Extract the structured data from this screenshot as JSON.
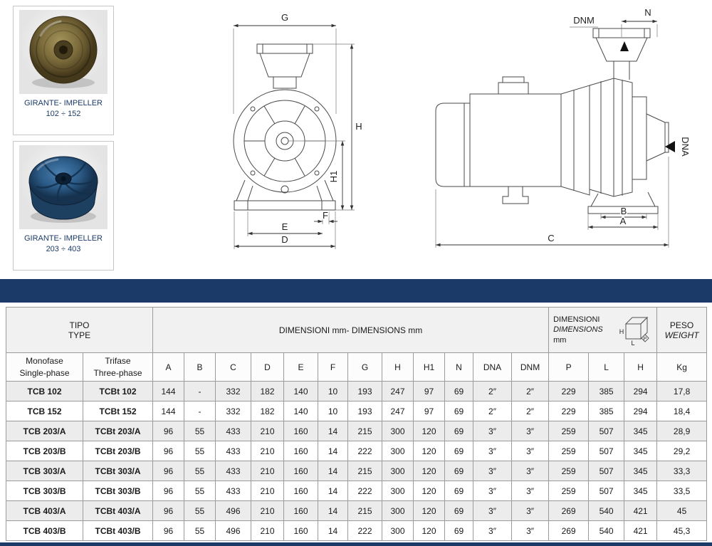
{
  "colors": {
    "accent_navy": "#1b3a67"
  },
  "impellers": [
    {
      "label1": "GIRANTE- IMPELLER",
      "label2": "102 ÷ 152"
    },
    {
      "label1": "GIRANTE- IMPELLER",
      "label2": "203 ÷ 403"
    }
  ],
  "front_drawing": {
    "g": "G",
    "h": "H",
    "h1": "H1",
    "f": "F",
    "e": "E",
    "d": "D"
  },
  "side_drawing": {
    "dnm": "DNM",
    "n": "N",
    "dna": "DNA",
    "b": "B",
    "a": "A",
    "c": "C"
  },
  "table": {
    "header": {
      "tipo_line1": "TIPO",
      "tipo_line2": "TYPE",
      "dimensions_title": "DIMENSIONI mm- DIMENSIONS mm",
      "pack_line1": "DIMENSIONI",
      "pack_line2": "DIMENSIONS",
      "pack_line3": "mm",
      "cube": {
        "h": "H",
        "l": "L",
        "p": "P"
      },
      "peso_line1": "PESO",
      "peso_line2": "WEIGHT",
      "monofase_line1": "Monofase",
      "monofase_line2": "Single-phase",
      "trifase_line1": "Trifase",
      "trifase_line2": "Three-phase",
      "dim_cols": [
        "A",
        "B",
        "C",
        "D",
        "E",
        "F",
        "G",
        "H",
        "H1",
        "N",
        "DNA",
        "DNM"
      ],
      "pkg_cols": [
        "P",
        "L",
        "H"
      ],
      "weight_col": "Kg"
    },
    "rows": [
      [
        "TCB 102",
        "TCBt 102",
        "144",
        "-",
        "332",
        "182",
        "140",
        "10",
        "193",
        "247",
        "97",
        "69",
        "2″",
        "2″",
        "229",
        "385",
        "294",
        "17,8"
      ],
      [
        "TCB 152",
        "TCBt 152",
        "144",
        "-",
        "332",
        "182",
        "140",
        "10",
        "193",
        "247",
        "97",
        "69",
        "2″",
        "2″",
        "229",
        "385",
        "294",
        "18,4"
      ],
      [
        "TCB 203/A",
        "TCBt 203/A",
        "96",
        "55",
        "433",
        "210",
        "160",
        "14",
        "215",
        "300",
        "120",
        "69",
        "3″",
        "3″",
        "259",
        "507",
        "345",
        "28,9"
      ],
      [
        "TCB 203/B",
        "TCBt 203/B",
        "96",
        "55",
        "433",
        "210",
        "160",
        "14",
        "222",
        "300",
        "120",
        "69",
        "3″",
        "3″",
        "259",
        "507",
        "345",
        "29,2"
      ],
      [
        "TCB 303/A",
        "TCBt 303/A",
        "96",
        "55",
        "433",
        "210",
        "160",
        "14",
        "215",
        "300",
        "120",
        "69",
        "3″",
        "3″",
        "259",
        "507",
        "345",
        "33,3"
      ],
      [
        "TCB 303/B",
        "TCBt 303/B",
        "96",
        "55",
        "433",
        "210",
        "160",
        "14",
        "222",
        "300",
        "120",
        "69",
        "3″",
        "3″",
        "259",
        "507",
        "345",
        "33,5"
      ],
      [
        "TCB 403/A",
        "TCBt 403/A",
        "96",
        "55",
        "496",
        "210",
        "160",
        "14",
        "215",
        "300",
        "120",
        "69",
        "3″",
        "3″",
        "269",
        "540",
        "421",
        "45"
      ],
      [
        "TCB 403/B",
        "TCBt 403/B",
        "96",
        "55",
        "496",
        "210",
        "160",
        "14",
        "222",
        "300",
        "120",
        "69",
        "3″",
        "3″",
        "269",
        "540",
        "421",
        "45,3"
      ]
    ]
  }
}
